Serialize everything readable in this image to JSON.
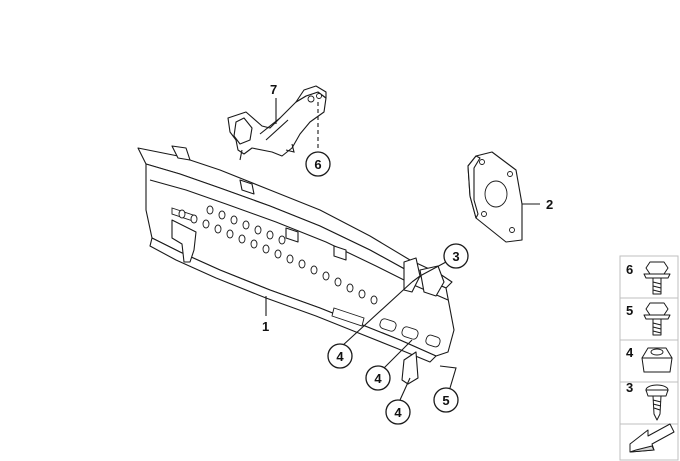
{
  "callouts": {
    "c1": "1",
    "c2": "2",
    "c3": "3",
    "c4a": "4",
    "c4b": "4",
    "c4c": "4",
    "c5": "5",
    "c6": "6",
    "c7": "7"
  },
  "legend": {
    "items": [
      {
        "number": "6",
        "icon": "flange-bolt-icon"
      },
      {
        "number": "5",
        "icon": "flange-screw-icon"
      },
      {
        "number": "4",
        "icon": "hex-nut-icon"
      },
      {
        "number": "3",
        "icon": "self-tapping-screw-icon"
      }
    ],
    "nav_icon": "direction-arrow-icon"
  }
}
